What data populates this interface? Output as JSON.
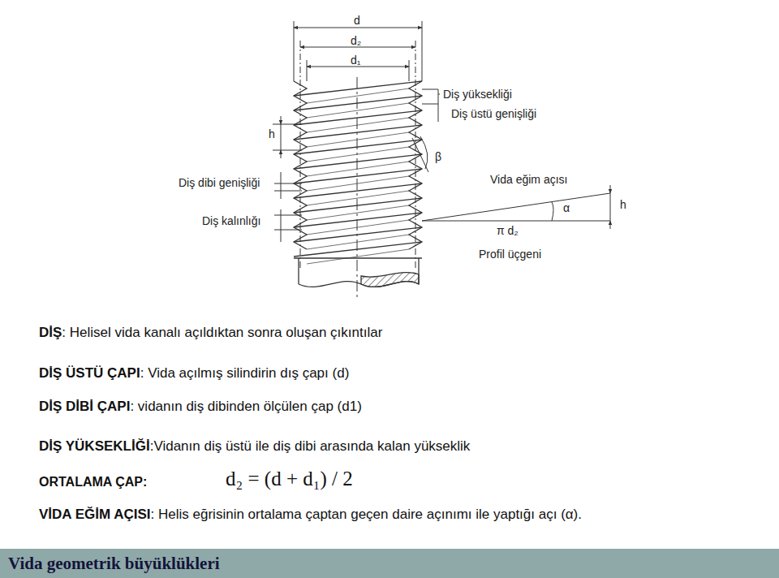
{
  "diagram": {
    "nodes": [
      {
        "text": [
          "Vida geometrik büyüklükleri"
        ]
      }
    ],
    "labels": [
      "d",
      "d₂",
      "d₁",
      "Diş yüksekliği",
      "Diş üstü genişliği",
      "h",
      "β",
      "Diş dibi genişliği",
      "Vida eğim açısı",
      "α",
      "h",
      "Diş kalınlığı",
      "π d₂",
      "Profil üçgeni",
      "DİŞ",
      ": Helisel vida kanalı açıldıktan sonra oluşan çıkıntılar",
      "DİŞ ÜSTÜ ÇAPI",
      ": Vida açılmış silindirin dış çapı (d)",
      "DİŞ DİBİ ÇAPI",
      ": vidanın diş dibinden ölçülen çap (d1)",
      "DİŞ YÜKSEKLİĞİ",
      ":Vidanın diş üstü ile diş dibi arasında kalan yükseklik",
      "ORTALAMA ÇAP:",
      "d₂ = (d + d₁) / 2",
      "VİDA EĞİM AÇISI",
      ": Helis eğrisinin ortalama çaptan geçen daire açınımı ile yaptığı açı (α)."
    ]
  }
}
